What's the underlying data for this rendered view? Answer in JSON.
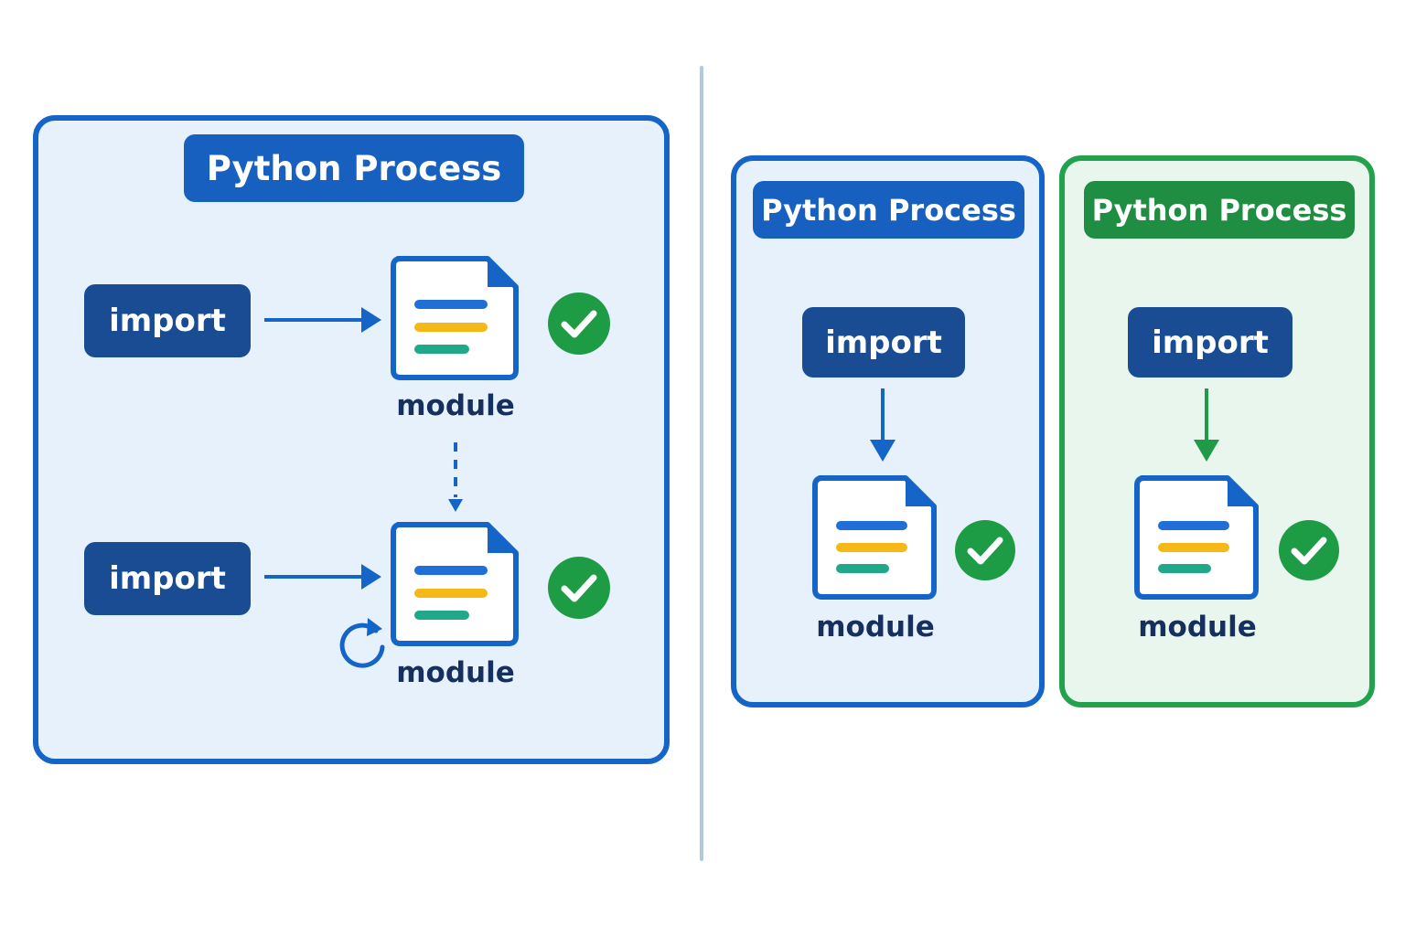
{
  "left_panel": {
    "title": "Python Process",
    "rows": [
      {
        "import_label": "import",
        "module_label": "module"
      },
      {
        "import_label": "import",
        "module_label": "module"
      }
    ]
  },
  "right_panels": [
    {
      "title": "Python Process",
      "import_label": "import",
      "module_label": "module"
    },
    {
      "title": "Python Process",
      "import_label": "import",
      "module_label": "module"
    }
  ],
  "colors": {
    "blue_border": "#1565c8",
    "green_border": "#22a24d",
    "check_green": "#1e9b45",
    "line_blue": "#1f6fd6",
    "line_yellow": "#f5b817",
    "line_teal": "#21a88a"
  }
}
